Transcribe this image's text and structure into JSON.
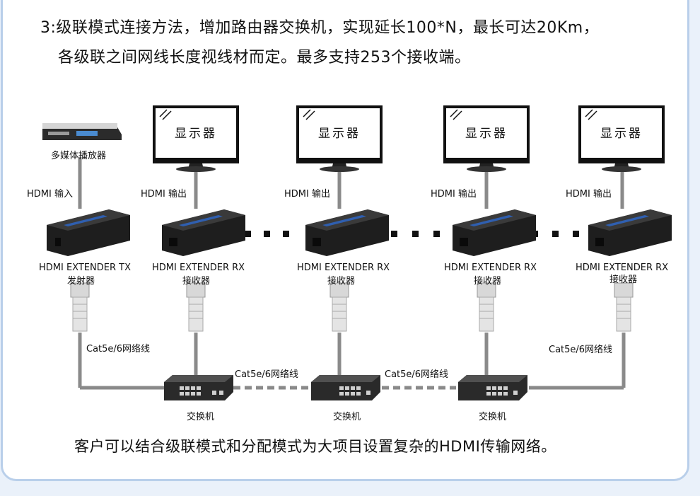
{
  "heading": {
    "line1": "3:级联模式连接方法，增加路由器交换机，实现延长100*N，最长可达20Km，",
    "line2": "各级联之间网线长度视线材而定。最多支持253个接收端。"
  },
  "footer": "客户可以结合级联模式和分配模式为大项目设置复杂的HDMI传输网络。",
  "monitor_label": "显示器",
  "player_label": "多媒体播放器",
  "hdmi_in": "HDMI 输入",
  "hdmi_out": "HDMI 输出",
  "tx": {
    "name": "HDMI EXTENDER TX",
    "sub": "发射器"
  },
  "rx": {
    "name": "HDMI EXTENDER RX",
    "sub": "接收器"
  },
  "cable_label": "Cat5e/6网络线",
  "switch_label": "交换机",
  "colors": {
    "border": "#b9cfea",
    "cable": "#8a8a8a",
    "device": "#1e1e1e",
    "accent_blue": "#2f5fb0"
  }
}
